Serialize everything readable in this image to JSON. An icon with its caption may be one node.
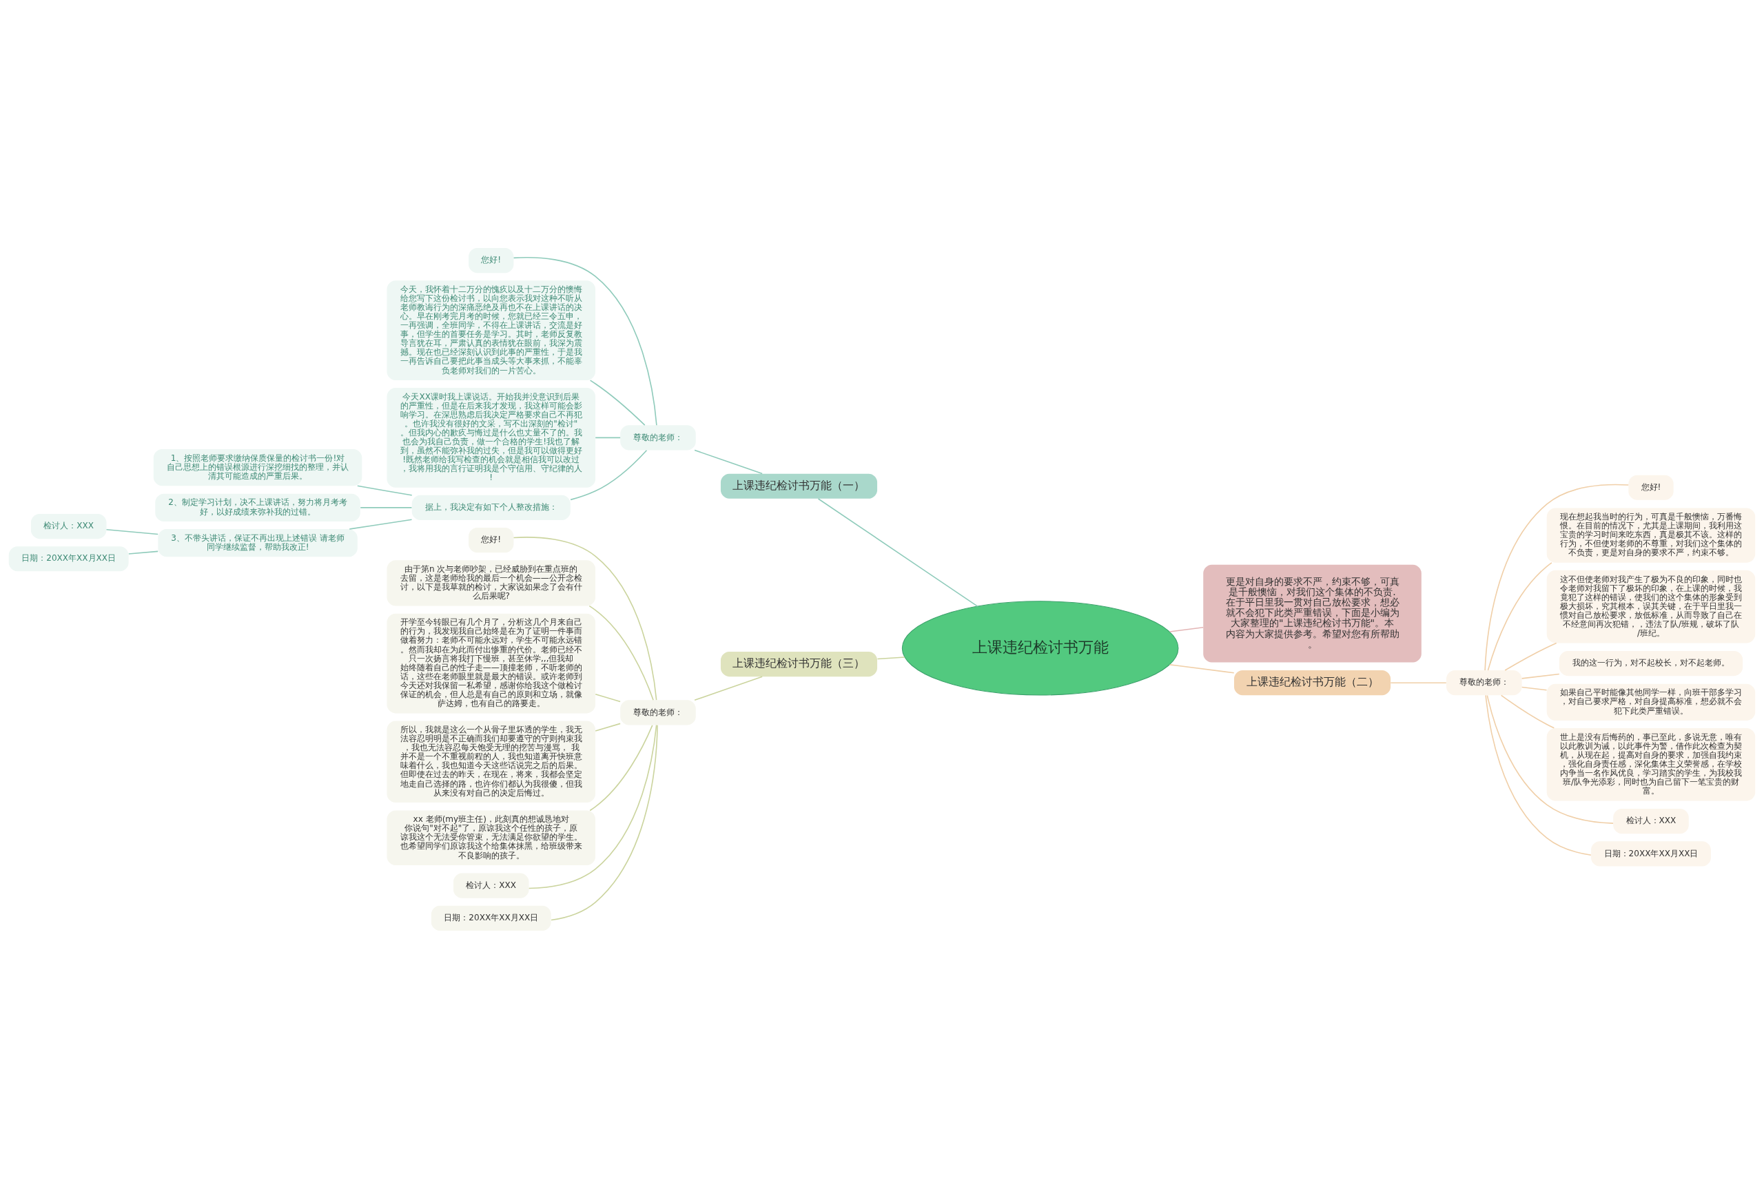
{
  "diagram": {
    "nodes": [
      {
        "text": [
          "上课违纪检讨书万能"
        ]
      },
      {
        "text": [
          "上课违纪检讨书万能（一）"
        ]
      },
      {
        "text": [
          "尊敬的老师："
        ]
      },
      {
        "text": [
          "您好!"
        ]
      },
      {
        "text": [
          "今天，我怀着十二万分的愧疚以及十二万分的懊悔给您写下这份检讨书，以向您表示我对这种不听从老师教诲行为的深痛恶绝及再也不在上课讲话的决心。早在刚考完月考的时候，您就已经三令五申，一再强调，全班同学，不得在上课讲话，交流是好事，但学生的首要任务是学习。其时，老师反复教导言犹在耳，严肃认真的表情犹在眼前，我深为震撼。现在也已经深刻认识到此事的严重性，于是我一再告诉自己要把此事当成头等大事来抓，不能辜负老师对我们的一片苦心。"
        ]
      },
      {
        "text": [
          "今天XX课时我上课说话。开始我并没意识到后果的严重性，但是在后来我才发现，我这样可能会影响学习。在深思熟虑后我决定严格要求自己不再犯。也许我没有很好的文采，写不出深刻的\"检讨\"。但我内心的歉疚与悔过是什么也丈量不了的。我也会为我自己负责，做一个合格的学生!我也了解到，虽然不能弥补我的过失，但是我可以做得更好!既然老师给我写检查的机会就是相信我可以改过，我将用我的言行证明我是个守信用、守纪律的人!"
        ]
      },
      {
        "text": [
          "据上，我决定有如下个人整改措施："
        ]
      },
      {
        "text": [
          "1、按照老师要求缴纳保质保量的检讨书一份!对自己思想上的错误根源进行深挖细找的整理，并认清其可能造成的严重后果。"
        ]
      },
      {
        "text": [
          "2、制定学习计划，决不上课讲话，努力将月考考好，以好成绩来弥补我的过错。"
        ]
      },
      {
        "text": [
          "3、不带头讲话，保证不再出现上述错误 请老师同学继续监督，帮助我改正!"
        ]
      },
      {
        "text": [
          "检讨人：XXX"
        ]
      },
      {
        "text": [
          "日期：20XX年XX月XX日"
        ]
      },
      {
        "text": [
          "上课违纪检讨书万能（三）"
        ]
      },
      {
        "text": [
          "尊敬的老师："
        ]
      },
      {
        "text": [
          "您好!"
        ]
      },
      {
        "text": [
          "由于第n 次与老师吵架，已经威胁到在重点班的去留，这是老师给我的最后一个机会——公开念检讨，以下是我草就的检讨，大家说如果念了会有什么后果呢?"
        ]
      },
      {
        "text": [
          "开学至今转眼已有几个月了，分析这几个月来自己的行为，我发现我自己始终是在为了证明一件事而做着努力：老师不可能永远对，学生不可能永远错。然而我却在为此而付出惨重的代价。老师已经不只一次扬言将我打下慢班，甚至休学,,,但我却始终随着自己的性子走——顶撞老师，不听老师的话，这些在老师眼里就是最大的错误。或许老师到今天还对我保留一私希望，感谢你给我这个做检讨保证的机会，但人总是有自己的原则和立场，就像萨达姆，也有自己的路要走。"
        ]
      },
      {
        "text": [
          "所以，我就是这么一个从骨子里坏透的学生，我无法容忍明明是不正确而我们却要遵守的守则拘束我，我也无法容忍每天饱受无理的挖苦与漫骂， 我并不是一个不重视前程的人，我也知道离开快班意味着什么，我也知道今天这些话说完之后的后果。但即使在过去的昨天，在现在，将来，我都会坚定地走自己选择的路，也许你们都认为我很傻，但我从来没有对自己的决定后悔过。"
        ]
      },
      {
        "text": [
          "xx 老师(my班主任)，此刻真的想诚恳地对你说句\"对不起\"了，原谅我这个任性的孩子，原谅我这个无法受你管束，无法满足你欲望的学生。也希望同学们原谅我这个给集体抹黑，给班级带来不良影响的孩子。"
        ]
      },
      {
        "text": [
          "检讨人：XXX"
        ]
      },
      {
        "text": [
          "日期：20XX年XX月XX日"
        ]
      },
      {
        "text": [
          "更是对自身的要求不严，约束不够，可真是千般懊恼，对我们这个集体的不负责.在于平日里我一贯对自己放松要求，想必就不会犯下此类严重错误，下面是小编为大家整理的\"上课违纪检讨书万能\"。本内容为大家提供参考。希望对您有所帮助。"
        ]
      },
      {
        "text": [
          "上课违纪检讨书万能（二）"
        ]
      },
      {
        "text": [
          "尊敬的老师："
        ]
      },
      {
        "text": [
          "您好!"
        ]
      },
      {
        "text": [
          "现在想起我当时的行为，可真是千般懊恼，万番悔恨。在目前的情况下，尤其是上课期间，我利用这宝贵的学习时间来吃东西，真是极其不该。这样的行为，不但使对老师的不尊重，对我们这个集体的不负责，更是对自身的要求不严，约束不够。"
        ]
      },
      {
        "text": [
          "这不但使老师对我产生了极为不良的印象，同时也令老师对我留下了极坏的印象，在上课的时候，我竟犯了这样的错误，使我们的这个集体的形象受到极大损坏，究其根本，误其关键，在于平日里我一惯对自己放松要求，放低标准，从而导致了自己在不经意间再次犯错，，违法了队/班规，破坏了队/班纪。"
        ]
      },
      {
        "text": [
          "我的这一行为，对不起校长，对不起老师。"
        ]
      },
      {
        "text": [
          "如果自己平时能像其他同学一样，向班干部多学习，对自己要求严格，对自身提高标准，想必就不会犯下此类严重错误。"
        ]
      },
      {
        "text": [
          "世上是没有后悔药的，事已至此，多说无意，唯有以此教训为诫，以此事件为警，借作此次检查为契机，从现在起，提高对自身的要求，加强自我约束，强化自身责任感，深化集体主义荣誉感，在学校内争当一名作风优良，学习踏实的学生，为我校我班/队争光添彩，同时也为自己留下一笔宝贵的财富。"
        ]
      },
      {
        "text": [
          "检讨人：XXX"
        ]
      },
      {
        "text": [
          "日期：20XX年XX月XX日"
        ]
      }
    ],
    "edges": [
      {
        "from": 0,
        "to": 1,
        "arrow": "none",
        "color": "#8fcbbb"
      },
      {
        "from": 1,
        "to": 2,
        "arrow": "none",
        "color": "#8fcbbb"
      },
      {
        "from": 2,
        "to": 3,
        "arrow": "none",
        "color": "#8fcbbb"
      },
      {
        "from": 2,
        "to": 4,
        "arrow": "none",
        "color": "#8fcbbb"
      },
      {
        "from": 2,
        "to": 5,
        "arrow": "none",
        "color": "#8fcbbb"
      },
      {
        "from": 2,
        "to": 6,
        "arrow": "none",
        "color": "#8fcbbb"
      },
      {
        "from": 6,
        "to": 7,
        "arrow": "none",
        "color": "#8fcbbb"
      },
      {
        "from": 6,
        "to": 8,
        "arrow": "none",
        "color": "#8fcbbb"
      },
      {
        "from": 6,
        "to": 9,
        "arrow": "none",
        "color": "#8fcbbb"
      },
      {
        "from": 9,
        "to": 10,
        "arrow": "none",
        "color": "#8fcbbb"
      },
      {
        "from": 9,
        "to": 11,
        "arrow": "none",
        "color": "#8fcbbb"
      },
      {
        "from": 0,
        "to": 12,
        "arrow": "none",
        "color": "#cbd49e"
      },
      {
        "from": 12,
        "to": 13,
        "arrow": "none",
        "color": "#cbd49e"
      },
      {
        "from": 13,
        "to": 14,
        "arrow": "none",
        "color": "#cbd49e"
      },
      {
        "from": 13,
        "to": 15,
        "arrow": "none",
        "color": "#cbd49e"
      },
      {
        "from": 13,
        "to": 16,
        "arrow": "none",
        "color": "#cbd49e"
      },
      {
        "from": 13,
        "to": 17,
        "arrow": "none",
        "color": "#cbd49e"
      },
      {
        "from": 13,
        "to": 18,
        "arrow": "none",
        "color": "#cbd49e"
      },
      {
        "from": 13,
        "to": 19,
        "arrow": "none",
        "color": "#cbd49e"
      },
      {
        "from": 13,
        "to": 20,
        "arrow": "none",
        "color": "#cbd49e"
      },
      {
        "from": 0,
        "to": 21,
        "arrow": "none",
        "color": "#e3b5b5"
      },
      {
        "from": 0,
        "to": 22,
        "arrow": "none",
        "color": "#f0cfa8"
      },
      {
        "from": 22,
        "to": 23,
        "arrow": "none",
        "color": "#f0cfa8"
      },
      {
        "from": 23,
        "to": 24,
        "arrow": "none",
        "color": "#f0cfa8"
      },
      {
        "from": 23,
        "to": 25,
        "arrow": "none",
        "color": "#f0cfa8"
      },
      {
        "from": 23,
        "to": 26,
        "arrow": "none",
        "color": "#f0cfa8"
      },
      {
        "from": 23,
        "to": 27,
        "arrow": "none",
        "color": "#f0cfa8"
      },
      {
        "from": 23,
        "to": 28,
        "arrow": "none",
        "color": "#f0cfa8"
      },
      {
        "from": 23,
        "to": 29,
        "arrow": "none",
        "color": "#f0cfa8"
      },
      {
        "from": 23,
        "to": 30,
        "arrow": "none",
        "color": "#f0cfa8"
      },
      {
        "from": 23,
        "to": 31,
        "arrow": "none",
        "color": "#f0cfa8"
      }
    ]
  }
}
